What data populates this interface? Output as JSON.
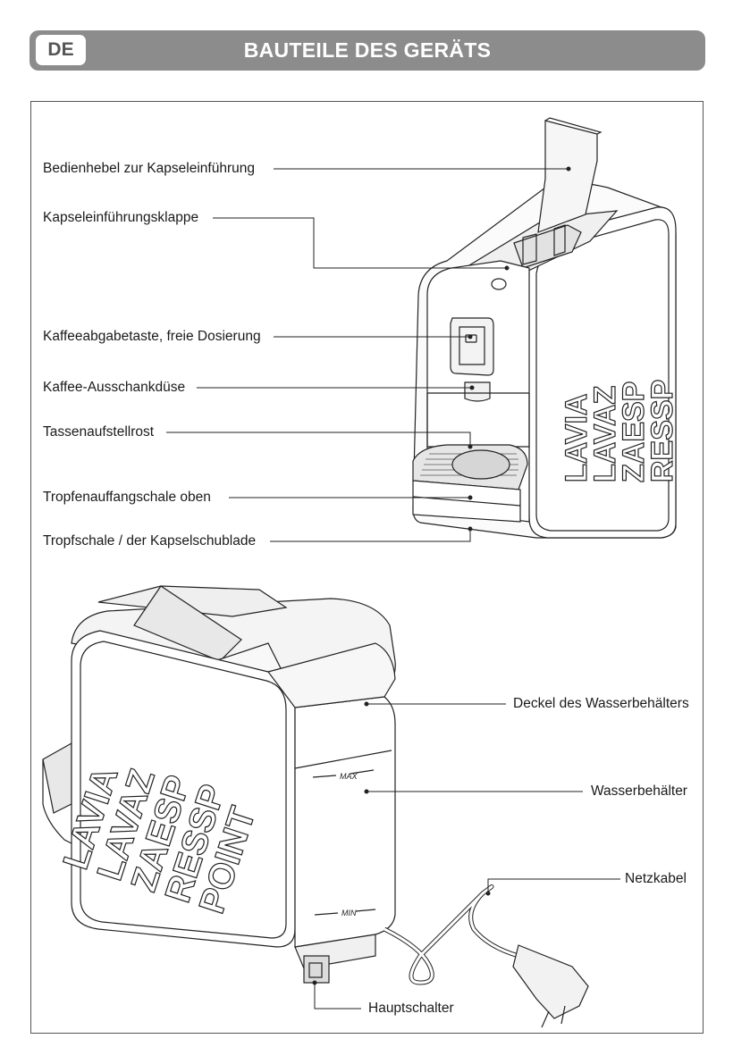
{
  "header": {
    "lang_code": "DE",
    "title": "BAUTEILE DES GERÄTS"
  },
  "labels": {
    "lever": "Bedienhebel zur Kapseleinführung",
    "flap": "Kapseleinführungsklappe",
    "button": "Kaffeeabgabetaste, freie Dosierung",
    "nozzle": "Kaffee-Ausschankdüse",
    "grid": "Tassenaufstellrost",
    "tray_top": "Tropfenauffangschale oben",
    "tray_drawer": "Tropfschale / der Kapselschublade",
    "tank_lid": "Deckel des Wasserbehälters",
    "tank": "Wasserbehälter",
    "cable": "Netzkabel",
    "switch": "Hauptschalter"
  },
  "tank_marks": {
    "max": "MAX",
    "min": "MIN"
  },
  "logo": {
    "lines_front": [
      "LAVIA",
      "LAVAZ",
      "ZAESP",
      "RESSP",
      "POINT"
    ]
  }
}
